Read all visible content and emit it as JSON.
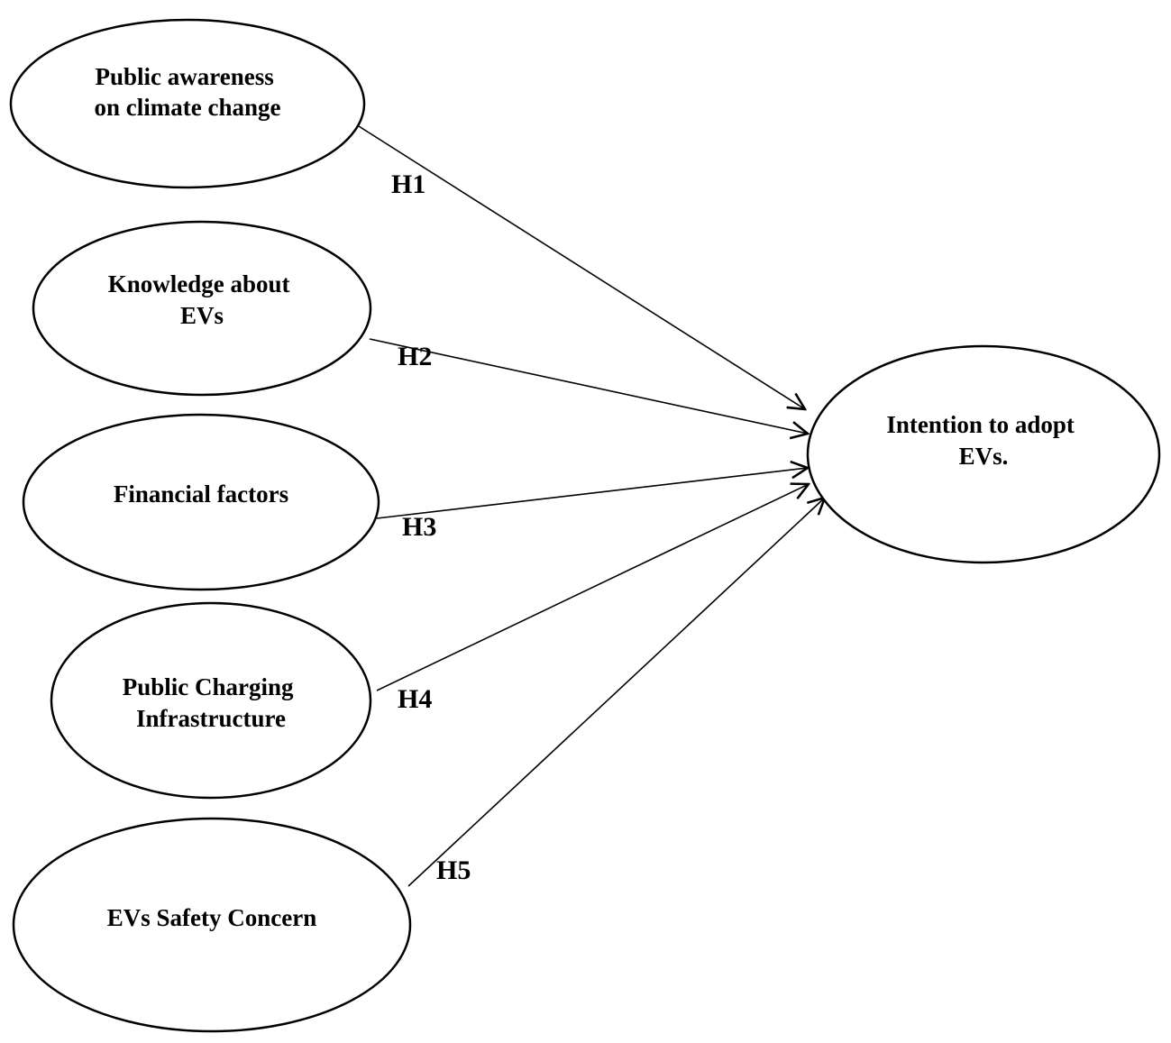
{
  "diagram": {
    "nodes": {
      "climate": {
        "lines": [
          "Public awareness",
          "on climate change"
        ]
      },
      "knowledge": {
        "lines": [
          "Knowledge about",
          "EVs"
        ]
      },
      "financial": {
        "lines": [
          "Financial factors"
        ]
      },
      "charging": {
        "lines": [
          "Public Charging",
          "Infrastructure"
        ]
      },
      "safety": {
        "lines": [
          "EVs Safety Concern"
        ]
      },
      "intention": {
        "lines": [
          "Intention to adopt",
          "EVs."
        ]
      }
    },
    "edges": [
      {
        "from": "climate",
        "to": "intention",
        "label": "H1"
      },
      {
        "from": "knowledge",
        "to": "intention",
        "label": "H2"
      },
      {
        "from": "financial",
        "to": "intention",
        "label": "H3"
      },
      {
        "from": "charging",
        "to": "intention",
        "label": "H4"
      },
      {
        "from": "safety",
        "to": "intention",
        "label": "H5"
      }
    ]
  },
  "colors": {
    "stroke": "#000000",
    "background": "#ffffff"
  }
}
